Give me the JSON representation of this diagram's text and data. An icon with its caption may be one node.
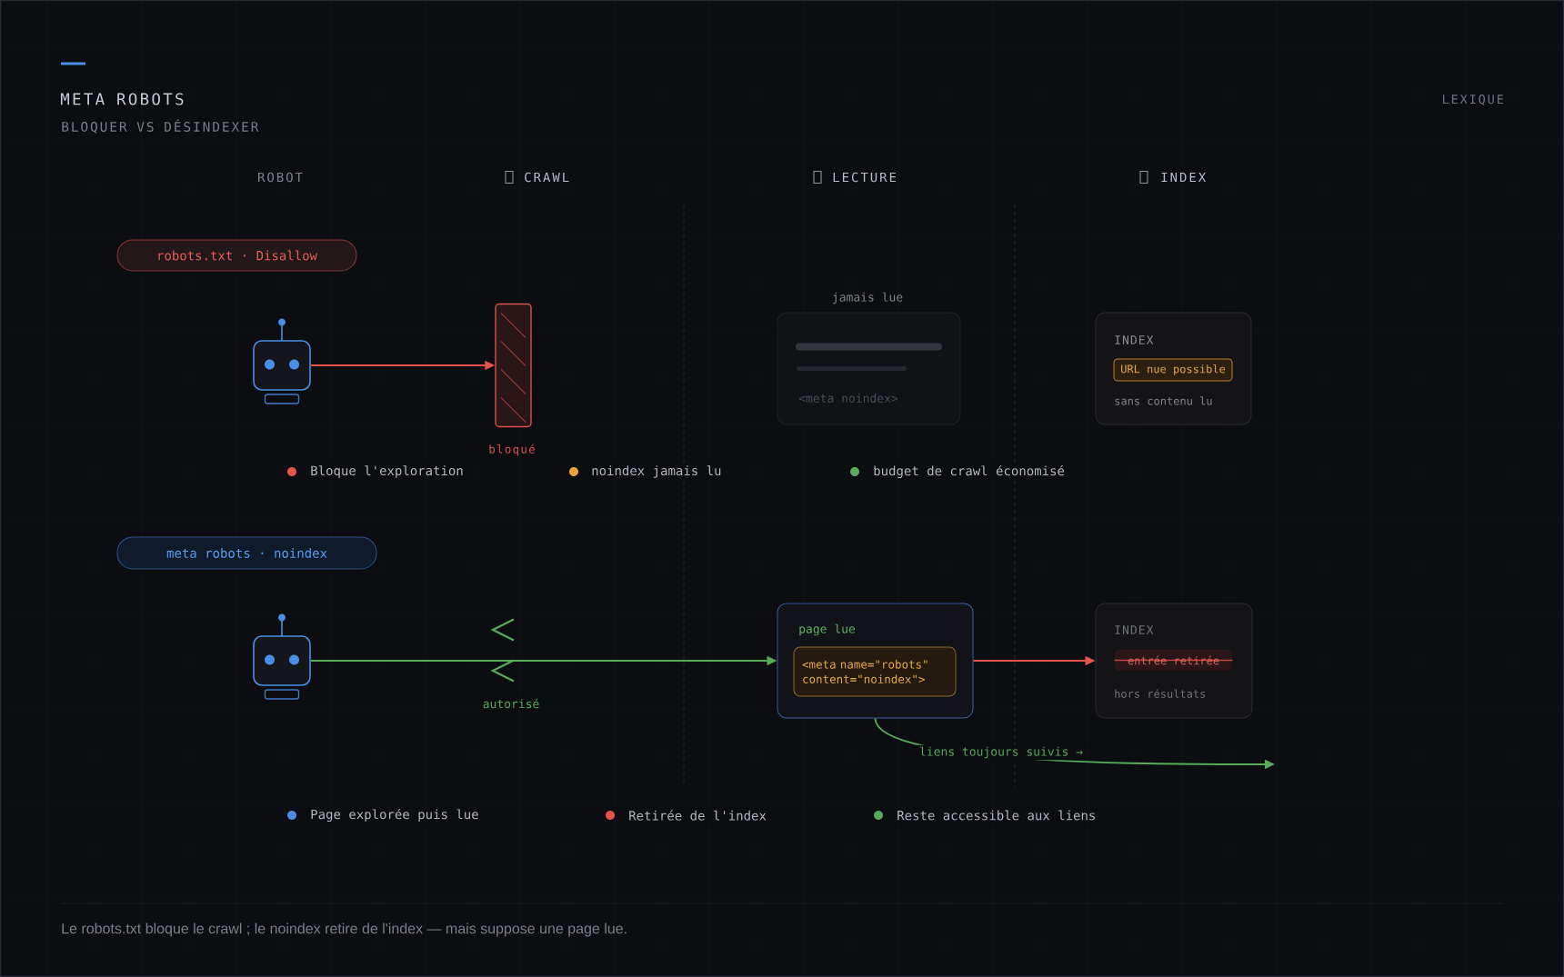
{
  "diagram": {
    "title": "META ROBOTS",
    "caption": "Le robots.txt bloque le crawl ; le noindex retire de l'index — mais suppose une page lue.",
    "nodes": [
      {
        "text": [
          "robots.txt · Disallow"
        ]
      },
      {
        "text": [],
        "shape": "picture"
      },
      {
        "text": [],
        "shape": "bar",
        "beside": [
          "bloqué"
        ]
      },
      {
        "text": [
          "<meta noindex>"
        ],
        "beside": [
          "jamais lue"
        ]
      },
      {
        "text": [
          "INDEX",
          "sans contenu lu"
        ]
      },
      {
        "text": [
          "URL nue possible"
        ],
        "in": 4
      },
      {
        "text": [
          "meta robots · noindex"
        ]
      },
      {
        "text": [],
        "shape": "picture"
      },
      {
        "text": [
          "page lue"
        ]
      },
      {
        "text": [
          "<meta name=\"robots\" content=\"noindex\">"
        ],
        "in": 8
      },
      {
        "text": [
          "INDEX",
          "hors résultats"
        ]
      },
      {
        "text": [
          "entrée retirée"
        ],
        "in": 10
      }
    ],
    "edges": [
      {
        "from": 1,
        "to": 2,
        "arrow": "to",
        "color": "#e5534b"
      },
      {
        "from": 7,
        "to": 8,
        "arrow": "to",
        "label": "autorisé",
        "color": "#57ab5a"
      },
      {
        "from": 8,
        "to": 10,
        "arrow": "to",
        "color": "#e5534b"
      },
      {
        "from": 8,
        "to": null,
        "arrow": "to",
        "label": "liens toujours suivis →",
        "color": "#57ab5a"
      }
    ],
    "labels": [
      "BLOQUER VS DÉSINDEXER",
      "LEXIQUE",
      "ROBOT",
      "CRAWL",
      "LECTURE",
      "INDEX",
      "Bloque l'exploration",
      "noindex jamais lu",
      "budget de crawl économisé",
      "Page explorée puis lue",
      "Retirée de l'index",
      "Reste accessible aux liens"
    ]
  }
}
